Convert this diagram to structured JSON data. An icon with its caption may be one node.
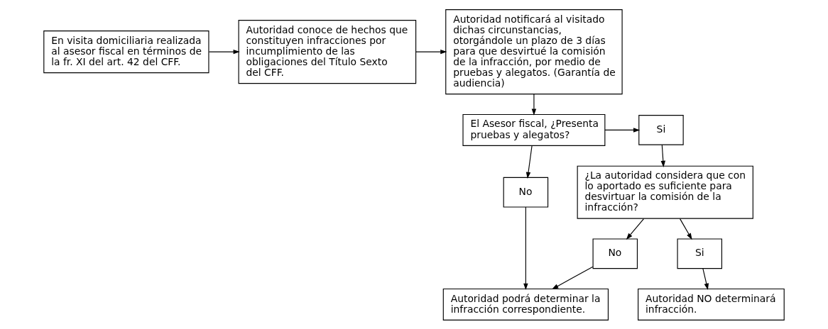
{
  "diagram": {
    "nodes": [
      {
        "text": [
          "En visita domiciliaria realizada al asesor fiscal en términos de la fr. XI del art. 42 del CFF."
        ]
      },
      {
        "text": [
          "Autoridad conoce de hechos que constituyen infracciones por incumplimiento de las obligaciones del Título Sexto del CFF."
        ]
      },
      {
        "text": [
          "Autoridad notificará al visitado dichas circunstancias, otorgándole un plazo de 3 días para que desvirtué la comisión de la infracción, por medio de pruebas y alegatos. (Garantía de audiencia)"
        ]
      },
      {
        "text": [
          "El Asesor fiscal, ¿Presenta pruebas y alegatos?"
        ]
      },
      {
        "text": [
          "Si"
        ]
      },
      {
        "text": [
          "¿La autoridad considera que con lo aportado es suficiente para desvirtuar la comisión de la infracción?"
        ]
      },
      {
        "text": [
          "No"
        ]
      },
      {
        "text": [
          "Autoridad NO determinará infracción."
        ]
      },
      {
        "text": [
          "Si"
        ]
      },
      {
        "text": [
          "No"
        ]
      },
      {
        "text": [
          "Autoridad podrá determinar la infracción correspondiente."
        ]
      }
    ],
    "edges": [
      {
        "from": 0,
        "to": 1,
        "arrow": "to"
      },
      {
        "from": 1,
        "to": 2,
        "arrow": "to"
      },
      {
        "from": 2,
        "to": 3,
        "arrow": "to"
      },
      {
        "from": 3,
        "to": 4,
        "arrow": "to"
      },
      {
        "from": 4,
        "to": 5,
        "arrow": "to"
      },
      {
        "from": 3,
        "to": 6,
        "arrow": "to"
      },
      {
        "from": 6,
        "to": 10,
        "arrow": "to"
      },
      {
        "from": 5,
        "to": 8,
        "arrow": "to"
      },
      {
        "from": 5,
        "to": 9,
        "arrow": "to"
      },
      {
        "from": 8,
        "to": 7,
        "arrow": "to"
      },
      {
        "from": 9,
        "to": 10,
        "arrow": "to"
      }
    ]
  }
}
